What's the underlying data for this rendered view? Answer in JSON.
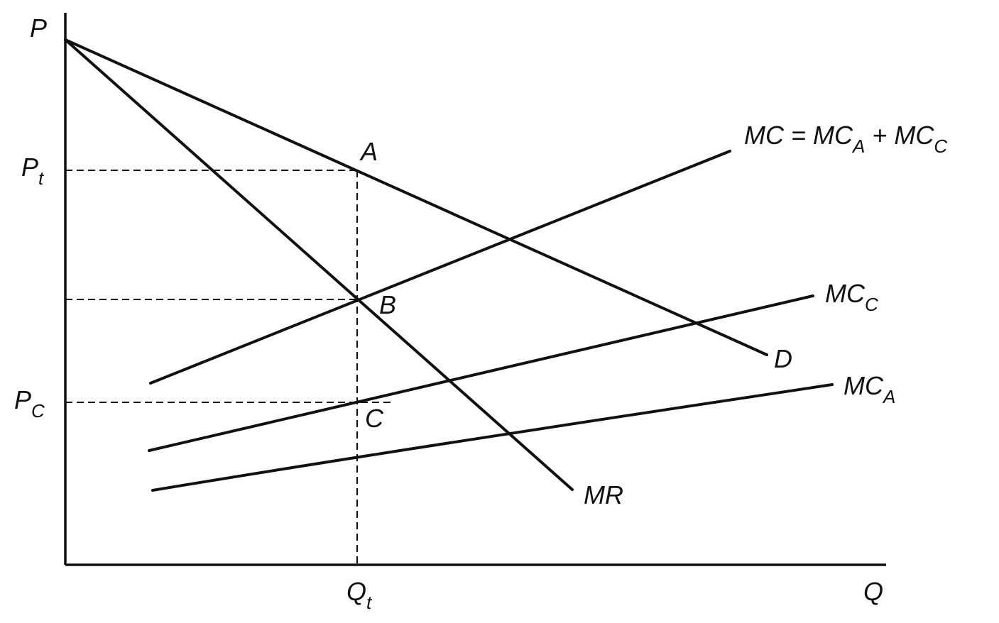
{
  "axes": {
    "y_label": "P",
    "x_label": "Q"
  },
  "price_labels": {
    "pt_main": "P",
    "pt_sub": "t",
    "pc_main": "P",
    "pc_sub": "C"
  },
  "quantity_labels": {
    "qt_main": "Q",
    "qt_sub": "t"
  },
  "points": {
    "a": "A",
    "b": "B",
    "c": "C"
  },
  "curves": {
    "demand": "D",
    "marginal_revenue": "MR",
    "mc_total_1": "MC = MC",
    "mc_total_sub_a": "A",
    "mc_total_2": " +  MC",
    "mc_total_sub_c": "C",
    "mc_c_main": "MC",
    "mc_c_sub": "C",
    "mc_a_main": "MC",
    "mc_a_sub": "A"
  }
}
